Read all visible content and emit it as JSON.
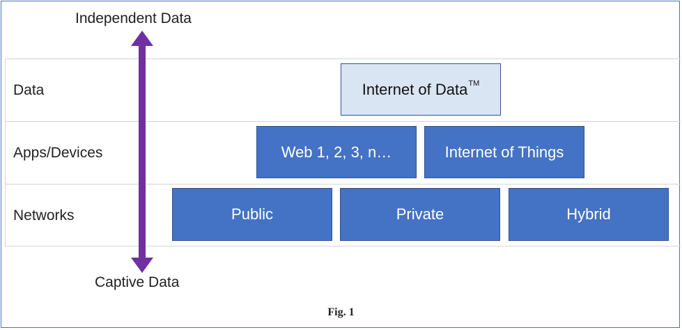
{
  "axis": {
    "top_label": "Independent Data",
    "bottom_label": "Captive Data",
    "arrow_color": "#7030a0"
  },
  "rows": {
    "data": {
      "label": "Data",
      "boxes": [
        "Internet of Data"
      ],
      "trademark": "TM"
    },
    "apps": {
      "label": "Apps/Devices",
      "boxes": [
        "Web 1, 2, 3, n…",
        "Internet of Things"
      ]
    },
    "networks": {
      "label": "Networks",
      "boxes": [
        "Public",
        "Private",
        "Hybrid"
      ]
    }
  },
  "colors": {
    "box_fill": "#4472c4",
    "box_fill_light": "#dae5f3",
    "box_border": "#2f528f",
    "frame_border": "#4a6fb5"
  },
  "caption": "Fig. 1"
}
